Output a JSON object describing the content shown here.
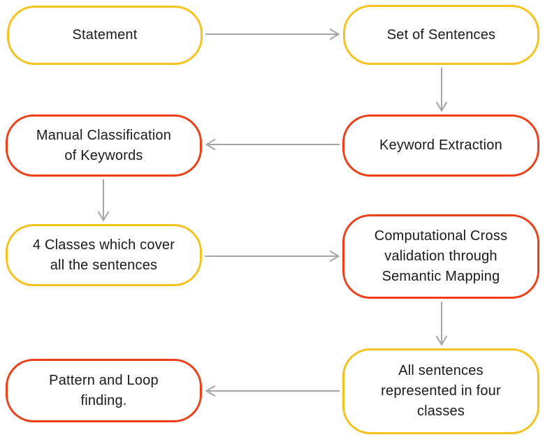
{
  "figure": {
    "type": "flowchart",
    "colors": {
      "background": "#FFFFFF",
      "node_fill": "#FFFFFF",
      "yellow_border": "#F6C21D",
      "red_border": "#EF3F18",
      "arrow": "#A6A6A6",
      "text": "#1A1A1A"
    },
    "nodes": [
      {
        "id": "statement",
        "label": "Statement",
        "border": "yellow"
      },
      {
        "id": "set-of-sentences",
        "label": "Set of Sentences",
        "border": "yellow"
      },
      {
        "id": "manual-classification",
        "label": "Manual Classification\nof Keywords",
        "border": "red"
      },
      {
        "id": "keyword-extraction",
        "label": "Keyword Extraction",
        "border": "red"
      },
      {
        "id": "four-classes",
        "label": "4 Classes which cover\nall the sentences",
        "border": "yellow"
      },
      {
        "id": "computational-cross-validation",
        "label": "Computational Cross\nvalidation through\nSemantic Mapping",
        "border": "red"
      },
      {
        "id": "pattern-and-loop-finding",
        "label": "Pattern and Loop\nfinding.",
        "border": "red"
      },
      {
        "id": "all-sentences-four-classes",
        "label": "All sentences\nrepresented in four\nclasses",
        "border": "yellow"
      }
    ],
    "edges": [
      {
        "from": "statement",
        "to": "set-of-sentences",
        "direction": "right"
      },
      {
        "from": "set-of-sentences",
        "to": "keyword-extraction",
        "direction": "down"
      },
      {
        "from": "keyword-extraction",
        "to": "manual-classification",
        "direction": "left"
      },
      {
        "from": "manual-classification",
        "to": "four-classes",
        "direction": "down"
      },
      {
        "from": "four-classes",
        "to": "computational-cross-validation",
        "direction": "right"
      },
      {
        "from": "computational-cross-validation",
        "to": "all-sentences-four-classes",
        "direction": "down"
      },
      {
        "from": "all-sentences-four-classes",
        "to": "pattern-and-loop-finding",
        "direction": "left"
      }
    ]
  }
}
